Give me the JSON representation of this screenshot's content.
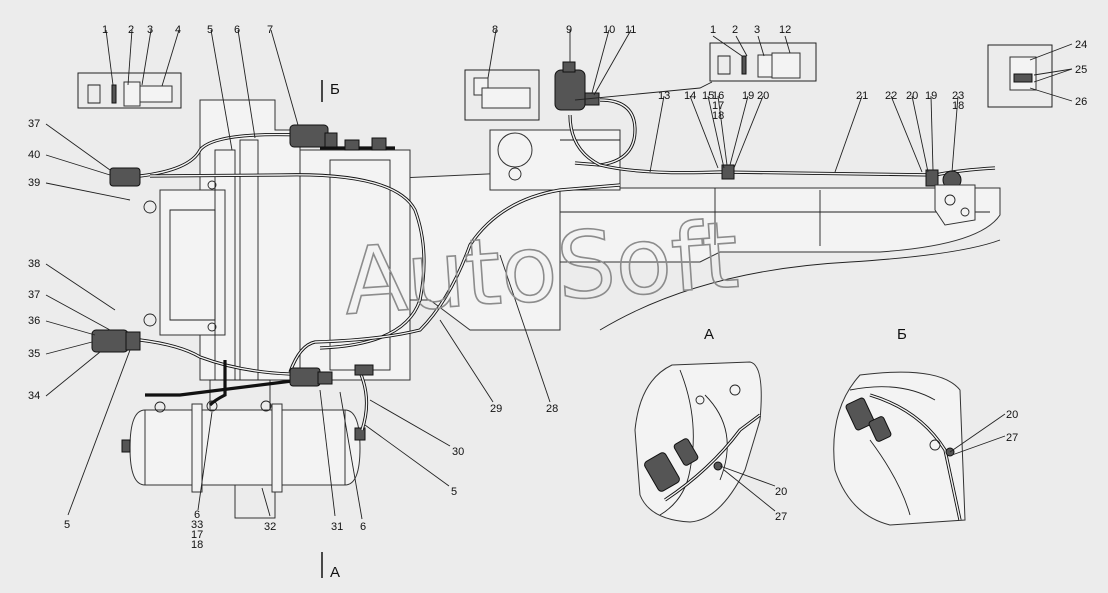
{
  "watermark": "AutoSoft",
  "view_labels": [
    "А",
    "Б"
  ],
  "section_markers": [
    "Б",
    "А"
  ],
  "callouts": [
    "1",
    "2",
    "3",
    "4",
    "5",
    "6",
    "7",
    "8",
    "9",
    "10",
    "11",
    "1",
    "2",
    "3",
    "12",
    "13",
    "14",
    "15",
    "16",
    "17",
    "18",
    "19",
    "20",
    "21",
    "22",
    "20",
    "19",
    "23",
    "18",
    "24",
    "25",
    "26",
    "37",
    "40",
    "39",
    "38",
    "37",
    "36",
    "35",
    "34",
    "5",
    "29",
    "28",
    "30",
    "5",
    "6",
    "33",
    "17",
    "18",
    "32",
    "31",
    "6",
    "20",
    "27",
    "20",
    "27"
  ]
}
